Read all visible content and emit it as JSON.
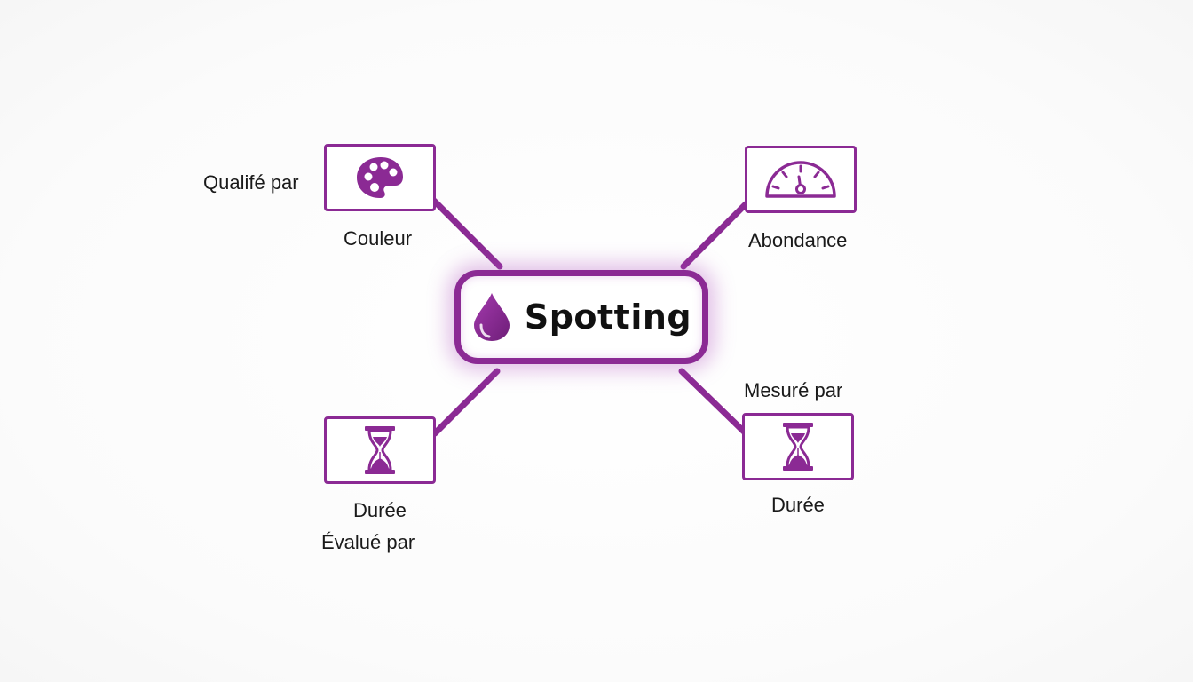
{
  "center": {
    "title": "Spotting",
    "icon": "drop-icon"
  },
  "nodes": {
    "top_left": {
      "icon": "palette-icon",
      "label": "Couleur",
      "relation": "Qualifé par"
    },
    "top_right": {
      "icon": "gauge-icon",
      "label": "Abondance"
    },
    "bottom_left": {
      "icon": "hourglass-icon",
      "label": "Durée",
      "relation": "Évalué par"
    },
    "bottom_right": {
      "icon": "hourglass-icon",
      "label": "Durée",
      "relation": "Mesuré par"
    }
  },
  "colors": {
    "accent": "#8b2a94",
    "text": "#1a1a1a",
    "background": "#fcfcfc"
  }
}
